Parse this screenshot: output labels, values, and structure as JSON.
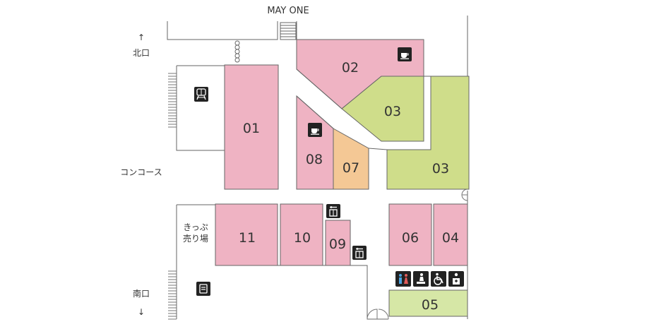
{
  "labels": {
    "top": "MAY ONE",
    "north_exit": "北口",
    "south_exit": "南口",
    "concourse": "コンコース",
    "ticket_line1": "きっぷ",
    "ticket_line2": "売り場"
  },
  "arrows": {
    "up": "↑",
    "down": "↓"
  },
  "shops": [
    {
      "id": "01",
      "category": "pink"
    },
    {
      "id": "02",
      "category": "pink"
    },
    {
      "id": "03",
      "category": "green"
    },
    {
      "id": "03",
      "category": "green"
    },
    {
      "id": "04",
      "category": "pink"
    },
    {
      "id": "05",
      "category": "green"
    },
    {
      "id": "06",
      "category": "pink"
    },
    {
      "id": "07",
      "category": "orange"
    },
    {
      "id": "08",
      "category": "pink"
    },
    {
      "id": "09",
      "category": "pink"
    },
    {
      "id": "10",
      "category": "pink"
    },
    {
      "id": "11",
      "category": "pink"
    }
  ],
  "icons": [
    "train-icon",
    "cafe-icon",
    "cafe-icon",
    "coin-locker-icon",
    "coin-locker-icon",
    "ticket-machine-icon",
    "restroom-icon",
    "baby-care-icon",
    "wheelchair-icon",
    "multipurpose-room-icon"
  ],
  "colors": {
    "pink": "#efb3c3",
    "green": "#cfdd8a",
    "green_light": "#d6e7a6",
    "orange": "#f4c895",
    "outline": "#555555",
    "wall": "#666666",
    "icon": "#222222"
  }
}
